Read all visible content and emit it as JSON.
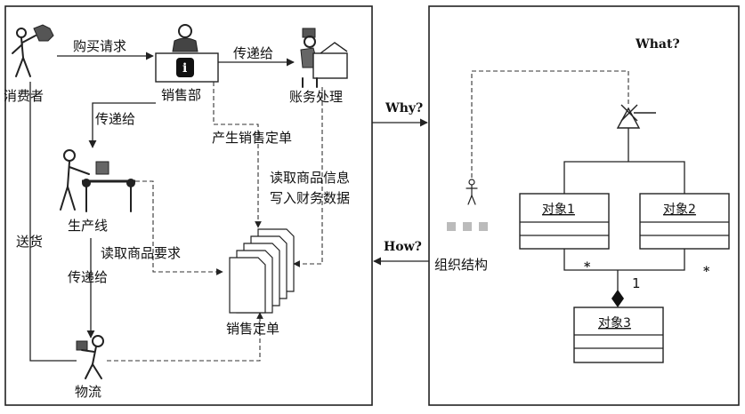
{
  "left_panel": {
    "actors": {
      "consumer": "消费者",
      "sales_dept": "销售部",
      "accounting": "账务处理",
      "production_line": "生产线",
      "logistics": "物流"
    },
    "flows": {
      "purchase_request": "购买请求",
      "transfer_to_accounting": "传递给",
      "transfer_to_production": "传递给",
      "generate_order": "产生销售定单",
      "read_product_info_1": "读取商品信息",
      "read_product_info_2": "写入财务数据",
      "read_product_requirements": "读取商品要求",
      "transfer_to_logistics": "传递给",
      "deliver": "送货"
    },
    "document": "销售定单",
    "info_icon": "i"
  },
  "arrows": {
    "why": "Why?",
    "how": "How?"
  },
  "right_panel": {
    "what": "What?",
    "org_structure": "组织结构",
    "objects": [
      "对象1",
      "对象2",
      "对象3"
    ],
    "multiplicity": {
      "left": "*",
      "right": "*",
      "one": "1"
    }
  }
}
